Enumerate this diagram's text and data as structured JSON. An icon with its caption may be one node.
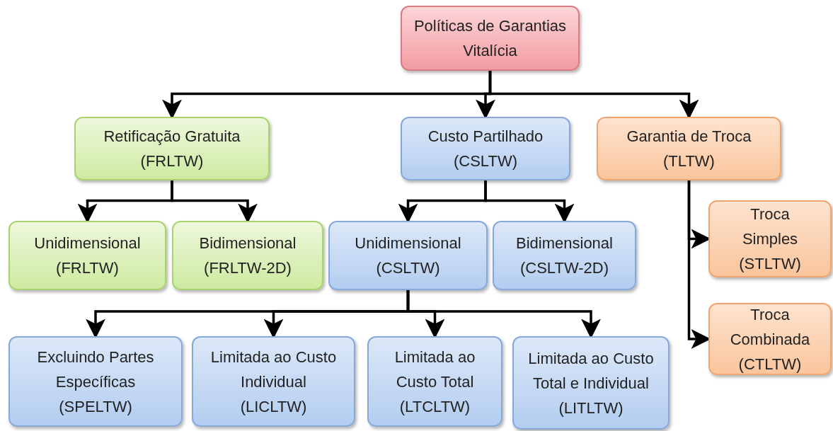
{
  "diagram": {
    "nodes": [
      {
        "text": [
          "Políticas de Garantias Vitalícia"
        ]
      },
      {
        "text": [
          "Retificação Gratuita",
          "(FRLTW)"
        ]
      },
      {
        "text": [
          "Custo Partilhado",
          "(CSLTW)"
        ]
      },
      {
        "text": [
          "Garantia de Troca",
          "(TLTW)"
        ]
      },
      {
        "text": [
          "Unidimensional",
          "(FRLTW)"
        ]
      },
      {
        "text": [
          "Bidimensional",
          "(FRLTW-2D)"
        ]
      },
      {
        "text": [
          "Unidimensional",
          "(CSLTW)"
        ]
      },
      {
        "text": [
          "Bidimensional",
          "(CSLTW-2D)"
        ]
      },
      {
        "text": [
          "Troca Simples",
          "(STLTW)"
        ]
      },
      {
        "text": [
          "Troca Combinada",
          "(CTLTW)"
        ]
      },
      {
        "text": [
          "Excluindo Partes Específicas",
          "(SPELTW)"
        ]
      },
      {
        "text": [
          "Limitada ao Custo Individual",
          "(LICLTW)"
        ]
      },
      {
        "text": [
          "Limitada ao Custo Total",
          "(LTCLTW)"
        ]
      },
      {
        "text": [
          "Limitada ao Custo Total e Individual",
          "(LITLTW)"
        ]
      }
    ],
    "edges": [
      {
        "from": 0,
        "to": 1,
        "arrow": "to"
      },
      {
        "from": 0,
        "to": 2,
        "arrow": "to"
      },
      {
        "from": 0,
        "to": 3,
        "arrow": "to"
      },
      {
        "from": 1,
        "to": 4,
        "arrow": "to"
      },
      {
        "from": 1,
        "to": 5,
        "arrow": "to"
      },
      {
        "from": 2,
        "to": 6,
        "arrow": "to"
      },
      {
        "from": 2,
        "to": 7,
        "arrow": "to"
      },
      {
        "from": 3,
        "to": 8,
        "arrow": "to"
      },
      {
        "from": 3,
        "to": 9,
        "arrow": "to"
      },
      {
        "from": 6,
        "to": 10,
        "arrow": "to"
      },
      {
        "from": 6,
        "to": 11,
        "arrow": "to"
      },
      {
        "from": 6,
        "to": 12,
        "arrow": "to"
      },
      {
        "from": 6,
        "to": 13,
        "arrow": "to"
      }
    ]
  }
}
